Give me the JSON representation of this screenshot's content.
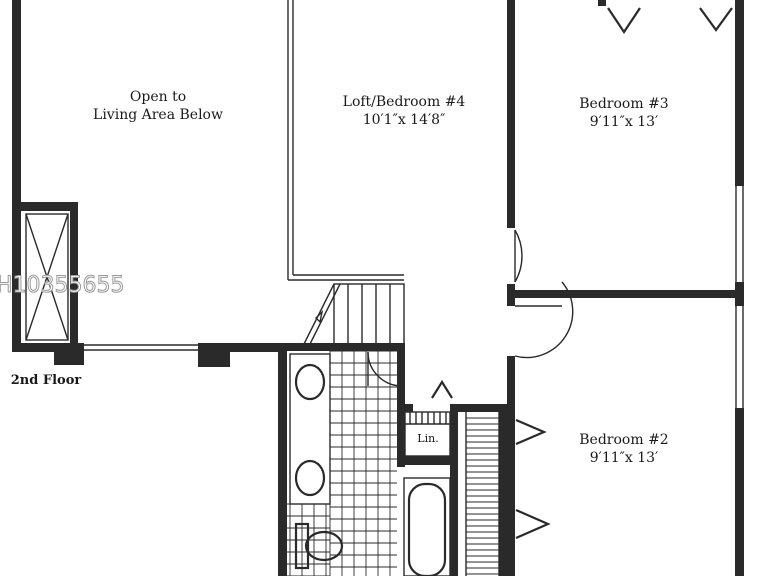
{
  "rooms": {
    "open_to_below": {
      "line1": "Open to",
      "line2": "Living Area Below"
    },
    "loft": {
      "name": "Loft/Bedroom #4",
      "size": "10′1″x 14′8″"
    },
    "bedroom3": {
      "name": "Bedroom #3",
      "size": "9′11″x 13′"
    },
    "bedroom2": {
      "name": "Bedroom #2",
      "size": "9′11″x 13′"
    },
    "linen": {
      "name": "Lin."
    }
  },
  "floor_label": "2nd Floor",
  "watermark": "H10355655",
  "colors": {
    "wall": "#2a2a2a",
    "background": "#ffffff"
  }
}
